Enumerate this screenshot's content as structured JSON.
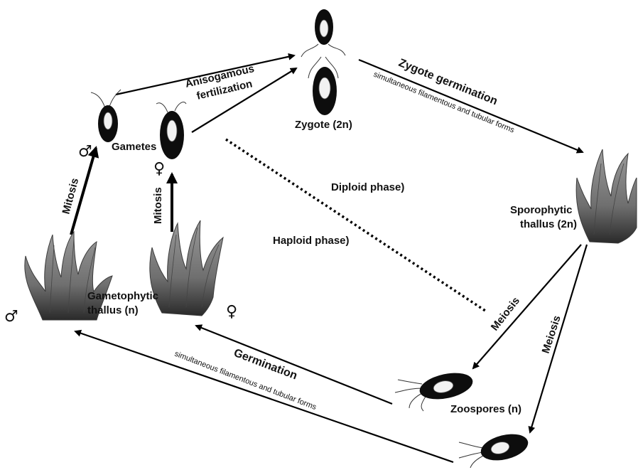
{
  "labels": {
    "anisogamous_line1": "Anisogamous",
    "anisogamous_line2": "fertilization",
    "zygote": "Zygote (2n)",
    "zygote_germination": "Zygote germination",
    "zygote_germination_sub": "simultaneous filamentous and tubular forms",
    "gametes": "Gametes",
    "mitosis_left": "Mitosis",
    "mitosis_right": "Mitosis",
    "diploid_phase": "Diploid phase)",
    "haploid_phase": "Haploid phase)",
    "sporophytic_line1": "Sporophytic",
    "sporophytic_line2": "thallus (2n)",
    "gametophytic_line1": "Gametophytic",
    "gametophytic_line2": "thallus (n)",
    "meiosis_1": "Meiosis",
    "meiosis_2": "Meiosis",
    "germination": "Germination",
    "germination_sub": "simultaneous filamentous and tubular forms",
    "zoospores": "Zoospores (n)"
  },
  "symbols": {
    "male": "♂",
    "female": "♀"
  }
}
